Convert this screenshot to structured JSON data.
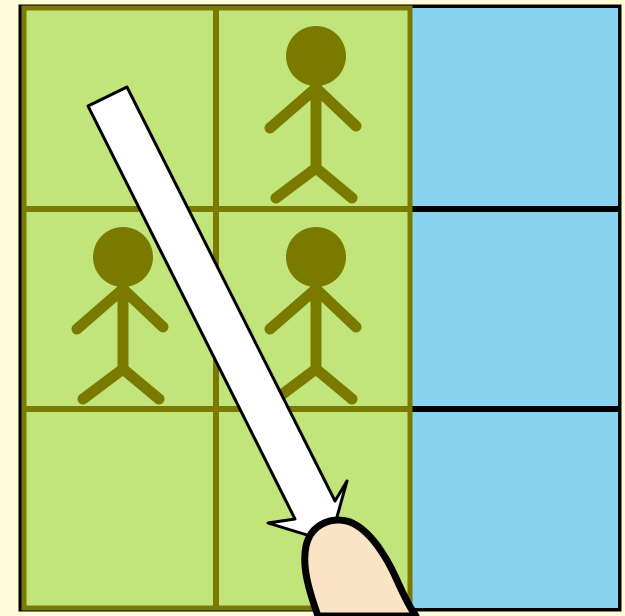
{
  "colors": {
    "background": "#fffbd9",
    "green_cell": "#c2e57b",
    "blue_cell": "#87d3f0",
    "grid_olive": "#7a7a00",
    "grid_black": "#000000",
    "figure": "#7a7a00",
    "arrow_fill": "#ffffff",
    "arrow_stroke": "#000000",
    "finger_fill": "#fbe3c6"
  },
  "board": {
    "rows": 3,
    "columns": 3,
    "selected_columns": 2,
    "cells": [
      {
        "row": 0,
        "col": 0,
        "zone": "green",
        "figure": false
      },
      {
        "row": 0,
        "col": 1,
        "zone": "green",
        "figure": true
      },
      {
        "row": 0,
        "col": 2,
        "zone": "blue",
        "figure": false
      },
      {
        "row": 1,
        "col": 0,
        "zone": "green",
        "figure": true
      },
      {
        "row": 1,
        "col": 1,
        "zone": "green",
        "figure": true
      },
      {
        "row": 1,
        "col": 2,
        "zone": "blue",
        "figure": false
      },
      {
        "row": 2,
        "col": 0,
        "zone": "green",
        "figure": false
      },
      {
        "row": 2,
        "col": 1,
        "zone": "green",
        "figure": false
      },
      {
        "row": 2,
        "col": 2,
        "zone": "blue",
        "figure": false
      }
    ]
  },
  "gesture": {
    "type": "swipe",
    "direction": "down-right",
    "icon": "pointing-finger-icon",
    "arrow_icon": "swipe-arrow-icon"
  }
}
